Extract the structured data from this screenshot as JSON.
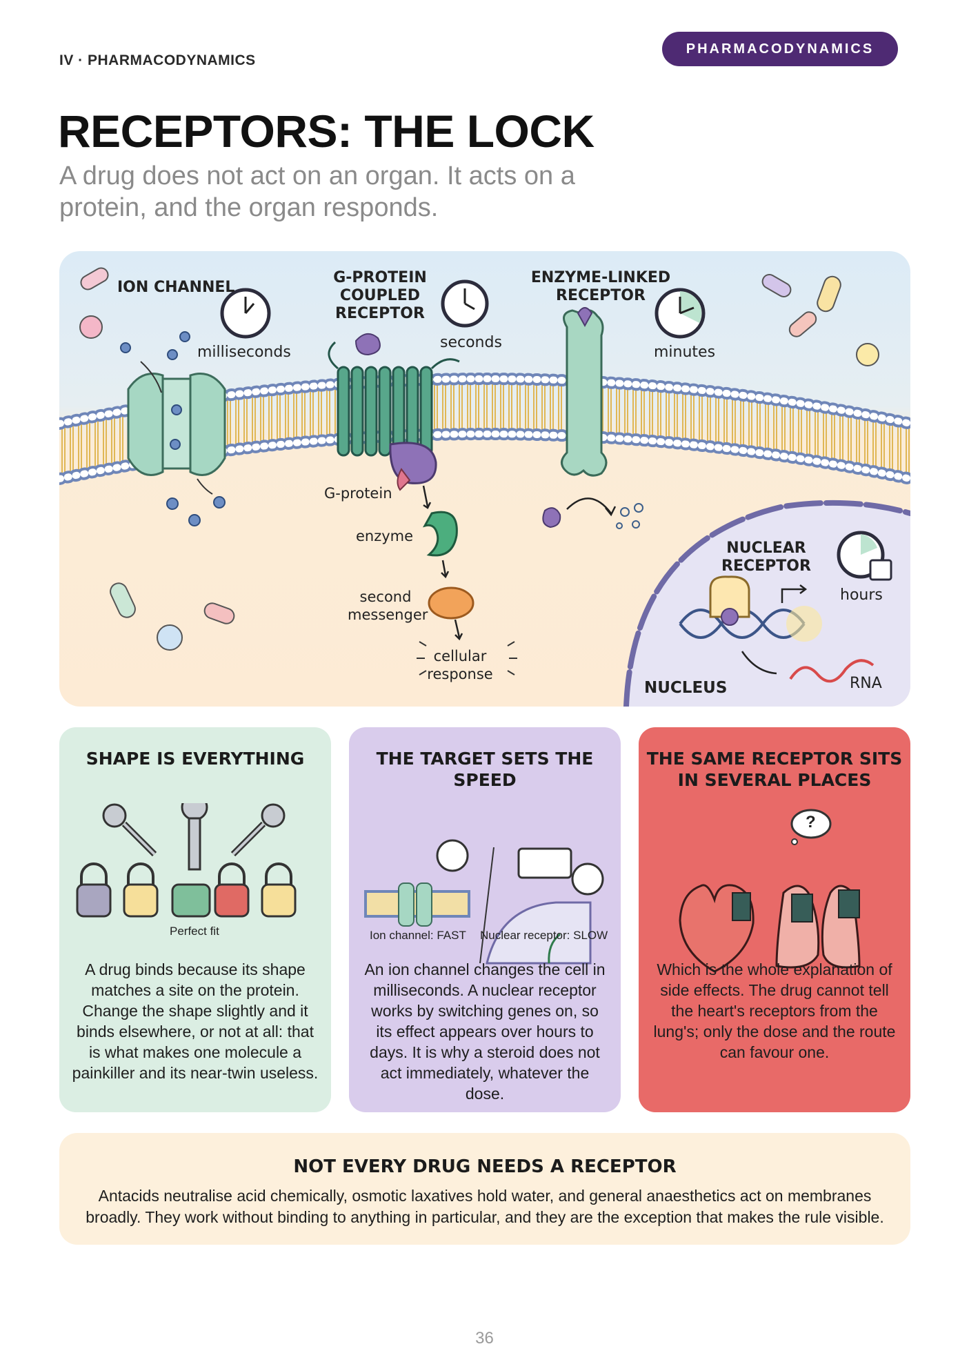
{
  "header": {
    "section_label": "IV · PHARMACODYNAMICS",
    "tag": "PHARMACODYNAMICS",
    "title": "RECEPTORS: THE LOCK",
    "subtitle": "A drug does not act on an organ. It acts on a protein, and the organ responds."
  },
  "diagram": {
    "receptors": [
      {
        "name": "ION CHANNEL",
        "speed": "milliseconds"
      },
      {
        "name": "G-PROTEIN COUPLED RECEPTOR",
        "speed": "seconds"
      },
      {
        "name": "ENZYME-LINKED RECEPTOR",
        "speed": "minutes"
      },
      {
        "name": "NUCLEAR RECEPTOR",
        "speed": "hours"
      }
    ],
    "cascade": {
      "g_protein": "G-protein",
      "enzyme": "enzyme",
      "second_messenger": "second messenger",
      "cellular_response": "cellular response"
    },
    "nucleus_label": "NUCLEUS",
    "rna_label": "RNA"
  },
  "cards": [
    {
      "title": "SHAPE IS EVERYTHING",
      "caption": "Perfect fit",
      "body": "A drug binds because its shape matches a site on the protein. Change the shape slightly and it binds elsewhere, or not at all: that is what makes one molecule a painkiller and its near-twin useless."
    },
    {
      "title": "THE TARGET SETS THE SPEED",
      "caption_left": "Ion channel: FAST",
      "caption_right": "Nuclear receptor: SLOW",
      "body": "An ion channel changes the cell in milliseconds. A nuclear receptor works by switching genes on, so its effect appears over hours to days. It is why a steroid does not act immediately, whatever the dose."
    },
    {
      "title": "THE SAME RECEPTOR SITS IN SEVERAL PLACES",
      "question_mark": "?",
      "body": "Which is the whole explanation of side effects. The drug cannot tell the heart's receptors from the lung's; only the dose and the route can favour one."
    }
  ],
  "note": {
    "title": "NOT EVERY DRUG NEEDS A RECEPTOR",
    "body": "Antacids neutralise acid chemically, osmotic laxatives hold water, and general anaesthetics act on membranes broadly. They work without binding to anything in particular, and they are the exception that makes the rule visible."
  },
  "page_number": "36",
  "colors": {
    "tag_bg": "#4e2a73",
    "card_green": "#dbeee3",
    "card_purple": "#d9ccec",
    "card_red": "#e86a68",
    "note_bg": "#fdf0dc"
  }
}
